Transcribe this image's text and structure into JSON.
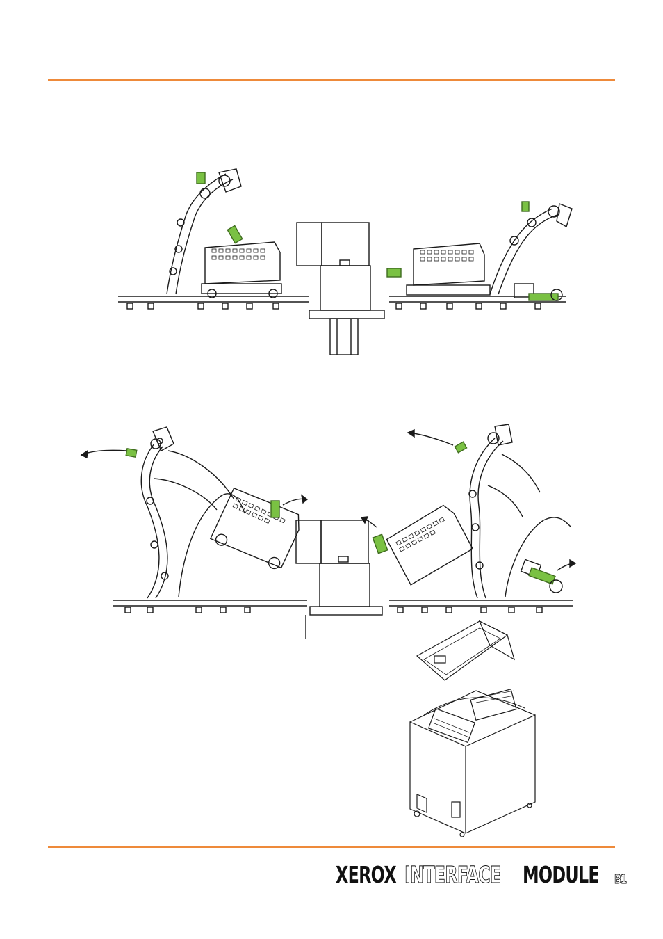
{
  "brand": {
    "part1": "XEROX",
    "part2": "INTERFACE",
    "part3": "MODULE",
    "version": "B1"
  },
  "colors": {
    "rule": "#ee8a3a",
    "handle": "#7ac143",
    "line": "#1a1a1a"
  },
  "diagrams": {
    "top": "closed-position-diagram",
    "middle": "open-position-diagram",
    "bottom": "module-perspective-illustration"
  }
}
